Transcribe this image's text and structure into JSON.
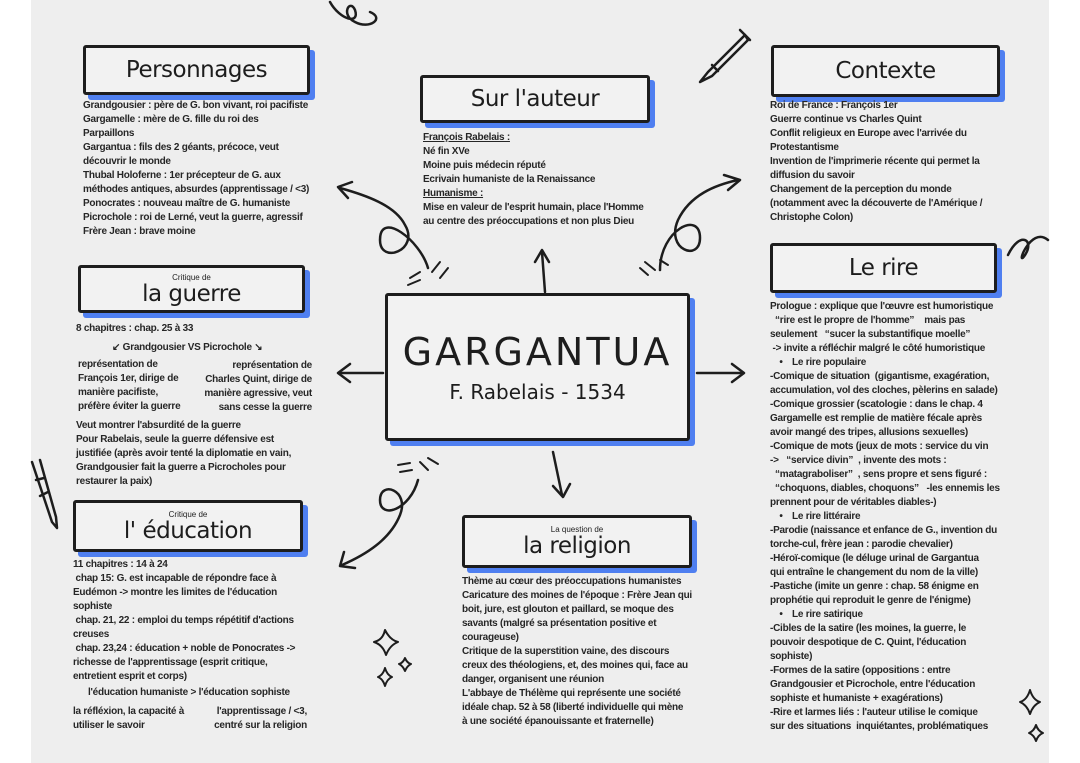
{
  "colors": {
    "background": "#eeeeee",
    "box_shadow": "#4f7ff0",
    "ink": "#1d1d1d"
  },
  "center": {
    "title": "GARGANTUA",
    "subtitle": "F. Rabelais - 1534"
  },
  "personnages": {
    "title": "Personnages",
    "lines": [
      "Grandgousier : père de G. bon vivant, roi pacifiste",
      "Gargamelle : mère de G. fille du roi des",
      "Parpaillons",
      "Gargantua : fils des 2 géants, précoce, veut",
      "découvrir le monde",
      "Thubal Holoferne : 1er précepteur de G. aux",
      "méthodes antiques, absurdes (apprentissage / <3)",
      "Ponocrates : nouveau maître de G. humaniste",
      "Picrochole : roi de Lerné, veut la guerre, agressif",
      "Frère Jean : brave moine"
    ]
  },
  "auteur": {
    "title": "Sur l'auteur",
    "lines": [
      "François Rabelais :",
      "Né fin XVe",
      "Moine puis médecin réputé",
      "Ecrivain humaniste de la Renaissance",
      "Humanisme :",
      "Mise en valeur de l'esprit humain, place l'Homme",
      "au centre des préoccupations et non plus Dieu"
    ]
  },
  "contexte": {
    "title": "Contexte",
    "lines": [
      "Roi de France : François 1er",
      "Guerre continue vs Charles Quint",
      "Conflit religieux en Europe avec l'arrivée du",
      "Protestantisme",
      "Invention de l'imprimerie récente qui permet la",
      "diffusion du savoir",
      "Changement de la perception du monde",
      "(notamment avec la découverte de l'Amérique /",
      "Christophe Colon)"
    ]
  },
  "guerre": {
    "kicker": "Critique de",
    "title": "la guerre",
    "intro": "8 chapitres : chap. 25 à 33",
    "versus": "Grandgousier VS Picrochole",
    "left": [
      "représentation de",
      "François 1er, dirige de",
      "manière pacifiste,",
      "préfère éviter la guerre"
    ],
    "right": [
      "représentation de",
      "Charles Quint, dirige de",
      "manière agressive, veut",
      "sans cesse la guerre"
    ],
    "lines": [
      "Veut montrer l'absurdité de la guerre",
      "Pour Rabelais, seule la guerre défensive est",
      "justifiée (après avoir tenté la diplomatie en vain,",
      "Grandgousier fait la guerre a Picrocholes pour",
      "restaurer la paix)"
    ]
  },
  "education": {
    "kicker": "Critique de",
    "title": "l' éducation",
    "lines": [
      "11 chapitres : 14 à 24",
      " chap 15: G. est incapable de répondre face à",
      "Eudémon -> montre les limites de l'éducation",
      "sophiste",
      " chap. 21, 22 : emploi du temps répétitif d'actions",
      "creuses",
      " chap. 23,24 : éducation + noble de Ponocrates ->",
      "richesse de l'apprentissage (esprit critique,",
      "entretient esprit et corps)"
    ],
    "compare": "l'éducation humaniste > l'éducation sophiste",
    "left": [
      "la réfléxion, la capacité à",
      "utiliser le savoir"
    ],
    "right": [
      "l'apprentissage / <3,",
      "centré sur la religion"
    ]
  },
  "religion": {
    "kicker": "La question de",
    "title": "la religion",
    "lines": [
      "Thème au cœur des préoccupations humanistes",
      "Caricature des moines de l'époque : Frère Jean qui",
      "boit, jure, est glouton et paillard, se moque des",
      "savants (malgré sa présentation positive et",
      "courageuse)",
      "Critique de la superstition vaine, des discours",
      "creux des théologiens, et, des moines qui, face au",
      "danger, organisent une réunion",
      "L'abbaye de Thélème qui représente une société",
      "idéale chap. 52 à 58 (liberté individuelle qui mène",
      "à une société épanouissante et fraternelle)"
    ]
  },
  "rire": {
    "title": "Le rire",
    "lines": [
      "Prologue : explique que l'œuvre est humoristique",
      "  “rire est le propre de l'homme”    mais pas",
      "seulement   “sucer la substantifique moelle”",
      " -> invite a réfléchir malgré le côté humoristique",
      "Le rire populaire",
      "-Comique de situation  (gigantisme, exagération,",
      "accumulation, vol des cloches, pèlerins en salade)",
      "-Comique grossier (scatologie : dans le chap. 4",
      "Gargamelle est remplie de matière fécale après",
      "avoir mangé des tripes, allusions sexuelles)",
      "-Comique de mots (jeux de mots : service du vin",
      "->   “service divin”  , invente des mots :",
      "  “matagraboliser”  , sens propre et sens figuré :",
      "  “choquons, diables, choquons”   -les ennemis les",
      "prennent pour de véritables diables-)",
      "Le rire littéraire",
      "-Parodie (naissance et enfance de G., invention du",
      "torche-cul, frère jean : parodie chevalier)",
      "-Héroï-comique (le déluge urinal de Gargantua",
      "qui entraîne le changement du nom de la ville)",
      "-Pastiche (imite un genre : chap. 58 énigme en",
      "prophétie qui reproduit le genre de l'énigme)",
      "Le rire satirique",
      "-Cibles de la satire (les moines, la guerre, le",
      "pouvoir despotique de C. Quint, l'éducation",
      "sophiste)",
      "-Formes de la satire (oppositions : entre",
      "Grandgousier et Picrochole, entre l'éducation",
      "sophiste et humaniste + exagérations)",
      "-Rire et larmes liés : l'auteur utilise le comique",
      "sur des situations  inquiétantes, problématiques"
    ]
  }
}
